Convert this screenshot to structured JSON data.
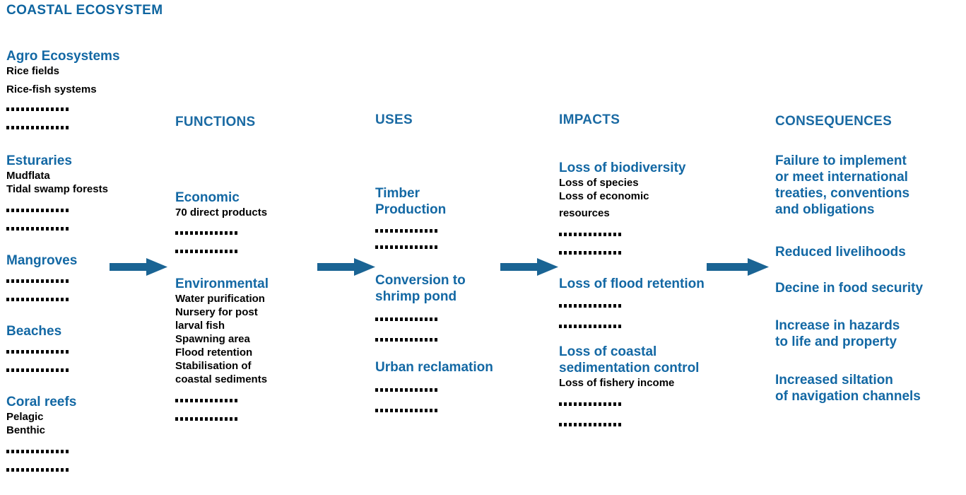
{
  "title": "COASTAL ECOSYSTEM",
  "colors": {
    "blue": "#1368a4",
    "header_blue": "#1a6aa3",
    "arrow_blue": "#1a6494",
    "black": "#000000",
    "background": "#ffffff"
  },
  "headers": {
    "functions": "FUNCTIONS",
    "uses": "USES",
    "impacts": "IMPACTS",
    "consequences": "CONSEQUENCES"
  },
  "ecosystems": {
    "agro": {
      "heading": "Agro Ecosystems",
      "items": [
        "Rice fields",
        "Rice-fish systems"
      ],
      "dot_rows": 2
    },
    "estuaries": {
      "heading": "Esturaries",
      "items": [
        "Mudflata",
        "Tidal swamp forests"
      ],
      "dot_rows": 2
    },
    "mangroves": {
      "heading": "Mangroves",
      "items": [],
      "dot_rows": 2
    },
    "beaches": {
      "heading": "Beaches",
      "items": [],
      "dot_rows": 2
    },
    "coral": {
      "heading": "Coral reefs",
      "items": [
        "Pelagic",
        "Benthic"
      ],
      "dot_rows": 2
    }
  },
  "functions": {
    "economic": {
      "heading": "Economic",
      "items": [
        "70 direct products"
      ],
      "dot_rows": 2
    },
    "environmental": {
      "heading": "Environmental",
      "items": [
        "Water purification",
        "Nursery for post",
        "larval fish",
        "Spawning area",
        "Flood retention",
        "Stabilisation of",
        "coastal sediments"
      ],
      "dot_rows": 2
    }
  },
  "uses": {
    "timber": {
      "heading_line1": "Timber",
      "heading_line2": "Production",
      "dot_rows": 2
    },
    "shrimp": {
      "heading_line1": "Conversion to",
      "heading_line2": "shrimp pond",
      "dot_rows": 2
    },
    "urban": {
      "heading_line1": "Urban reclamation",
      "dot_rows": 2
    }
  },
  "impacts": {
    "biodiversity": {
      "heading": "Loss of biodiversity",
      "items": [
        "Loss of species",
        "Loss of economic",
        "resources"
      ],
      "dot_rows": 2
    },
    "flood": {
      "heading": "Loss of flood retention",
      "items": [],
      "dot_rows": 2
    },
    "sedimentation": {
      "heading_line1": "Loss of coastal",
      "heading_line2": "sedimentation control",
      "items": [
        "Loss of fishery income"
      ],
      "dot_rows": 2
    }
  },
  "consequences": {
    "items": [
      {
        "lines": [
          "Failure to implement",
          "or meet international",
          "treaties, conventions",
          "and obligations"
        ]
      },
      {
        "lines": [
          "Reduced livelihoods"
        ]
      },
      {
        "lines": [
          "Decine in food security"
        ]
      },
      {
        "lines": [
          "Increase in hazards",
          "to life and property"
        ]
      },
      {
        "lines": [
          "Increased siltation",
          "of navigation channels"
        ]
      }
    ]
  },
  "arrows": {
    "count": 4,
    "direction": "right",
    "label": "flow-arrow"
  }
}
